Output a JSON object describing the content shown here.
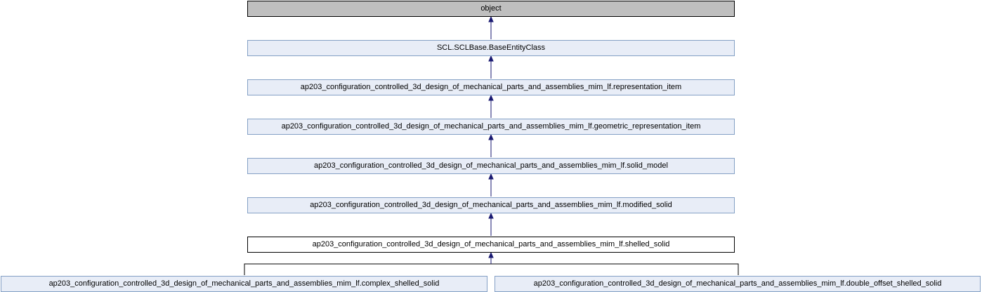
{
  "diagram": {
    "nodes": [
      {
        "id": "object",
        "label": "object",
        "role": "root"
      },
      {
        "id": "base-entity-class",
        "label": "SCL.SCLBase.BaseEntityClass",
        "role": "ancestor"
      },
      {
        "id": "representation-item",
        "label": "ap203_configuration_controlled_3d_design_of_mechanical_parts_and_assemblies_mim_lf.representation_item",
        "role": "ancestor"
      },
      {
        "id": "geometric-representation-item",
        "label": "ap203_configuration_controlled_3d_design_of_mechanical_parts_and_assemblies_mim_lf.geometric_representation_item",
        "role": "ancestor"
      },
      {
        "id": "solid-model",
        "label": "ap203_configuration_controlled_3d_design_of_mechanical_parts_and_assemblies_mim_lf.solid_model",
        "role": "ancestor"
      },
      {
        "id": "modified-solid",
        "label": "ap203_configuration_controlled_3d_design_of_mechanical_parts_and_assemblies_mim_lf.modified_solid",
        "role": "ancestor"
      },
      {
        "id": "shelled-solid",
        "label": "ap203_configuration_controlled_3d_design_of_mechanical_parts_and_assemblies_mim_lf.shelled_solid",
        "role": "current"
      },
      {
        "id": "complex-shelled-solid",
        "label": "ap203_configuration_controlled_3d_design_of_mechanical_parts_and_assemblies_mim_lf.complex_shelled_solid",
        "role": "descendant"
      },
      {
        "id": "double-offset-shelled-solid",
        "label": "ap203_configuration_controlled_3d_design_of_mechanical_parts_and_assemblies_mim_lf.double_offset_shelled_solid",
        "role": "descendant"
      }
    ],
    "edges": [
      {
        "from": "base-entity-class",
        "to": "object"
      },
      {
        "from": "representation-item",
        "to": "base-entity-class"
      },
      {
        "from": "geometric-representation-item",
        "to": "representation-item"
      },
      {
        "from": "solid-model",
        "to": "geometric-representation-item"
      },
      {
        "from": "modified-solid",
        "to": "solid-model"
      },
      {
        "from": "shelled-solid",
        "to": "modified-solid"
      },
      {
        "from": "complex-shelled-solid",
        "to": "shelled-solid"
      },
      {
        "from": "double-offset-shelled-solid",
        "to": "shelled-solid"
      }
    ],
    "colors": {
      "node_fill": "#e8edf7",
      "node_border": "#84a0c5",
      "root_fill": "#bfbfbf",
      "current_fill": "#ffffff",
      "edge": "#1a1a72"
    }
  }
}
